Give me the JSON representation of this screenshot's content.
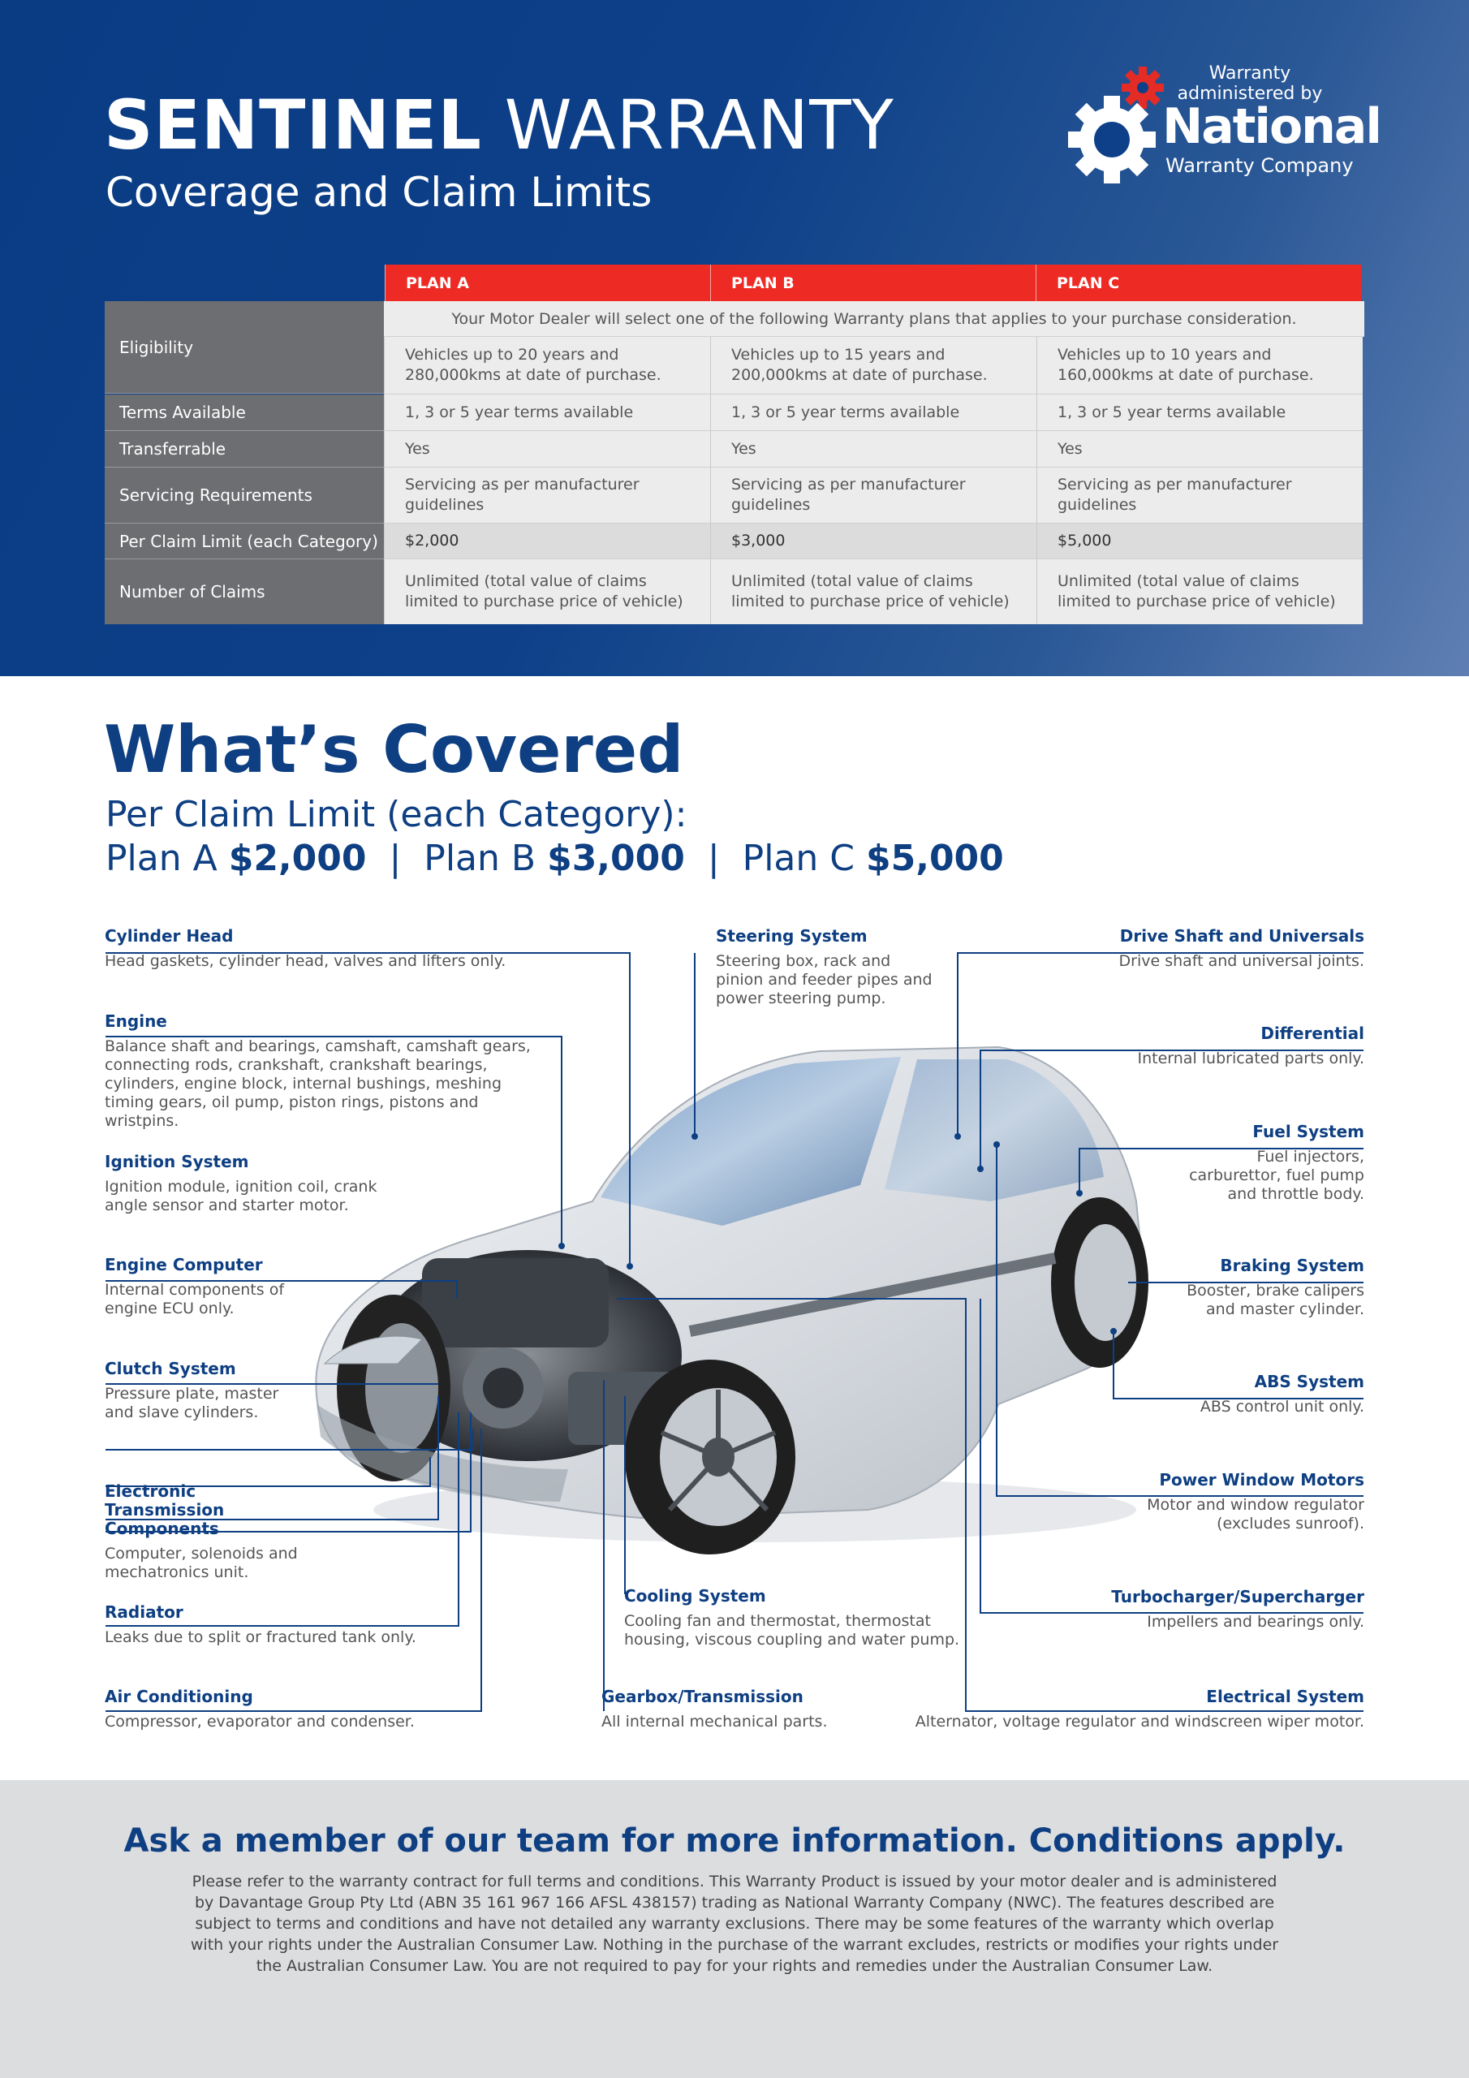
{
  "header": {
    "title_bold": "SENTINEL",
    "title_rest": "WARRANTY",
    "subtitle": "Coverage and Claim Limits"
  },
  "logo": {
    "administered_line1": "Warranty",
    "administered_line2": "administered by",
    "name": "National",
    "company": "Warranty Company"
  },
  "table": {
    "plans": [
      "PLAN A",
      "PLAN B",
      "PLAN C"
    ],
    "eligibility_note": "Your Motor Dealer will select one of the following Warranty plans that applies to your purchase consideration.",
    "rows": [
      {
        "label": "Eligibility",
        "values": [
          "Vehicles up to 20 years and 280,000kms at date of purchase.",
          "Vehicles up to 15 years and 200,000kms at date of purchase.",
          "Vehicles up to 10 years and 160,000kms at date of purchase."
        ]
      },
      {
        "label": "Terms Available",
        "values": [
          "1, 3 or 5 year terms available",
          "1, 3 or 5 year terms available",
          "1, 3 or 5 year terms available"
        ]
      },
      {
        "label": "Transferrable",
        "values": [
          "Yes",
          "Yes",
          "Yes"
        ]
      },
      {
        "label": "Servicing Requirements",
        "values": [
          "Servicing as per manufacturer guidelines",
          "Servicing as per manufacturer guidelines",
          "Servicing as per manufacturer guidelines"
        ]
      },
      {
        "label": "Per Claim Limit (each Category)",
        "values": [
          "$2,000",
          "$3,000",
          "$5,000"
        ]
      },
      {
        "label": "Number of Claims",
        "values": [
          "Unlimited (total value of claims limited to purchase price of vehicle)",
          "Unlimited (total value of claims limited to purchase price of vehicle)",
          "Unlimited (total value of claims limited to purchase price of vehicle)"
        ]
      }
    ]
  },
  "covered": {
    "title": "What’s Covered",
    "limit_label": "Per Claim Limit (each Category):",
    "plan_a_label": "Plan A",
    "plan_a_value": "$2,000",
    "plan_b_label": "Plan B",
    "plan_b_value": "$3,000",
    "plan_c_label": "Plan C",
    "plan_c_value": "$5,000",
    "separator": "|"
  },
  "components": {
    "cylinder_head": {
      "title": "Cylinder Head",
      "desc": "Head gaskets, cylinder head, valves and lifters only."
    },
    "engine": {
      "title": "Engine",
      "desc": "Balance shaft and bearings, camshaft, camshaft gears, connecting rods, crankshaft, crankshaft bearings, cylinders, engine block, internal bushings, meshing timing gears, oil pump, piston rings, pistons and wristpins."
    },
    "ignition": {
      "title": "Ignition System",
      "desc": "Ignition module, ignition coil, crank angle sensor and starter motor."
    },
    "engine_computer": {
      "title": "Engine Computer",
      "desc": "Internal components of engine ECU only."
    },
    "clutch": {
      "title": "Clutch System",
      "desc": "Pressure plate, master and slave cylinders."
    },
    "etc": {
      "title": "Electronic Transmission Components",
      "desc": "Computer, solenoids and mechatronics unit."
    },
    "radiator": {
      "title": "Radiator",
      "desc": "Leaks due to split or fractured tank only."
    },
    "air_con": {
      "title": "Air Conditioning",
      "desc": "Compressor, evaporator and condenser."
    },
    "steering": {
      "title": "Steering System",
      "desc": "Steering box, rack and pinion and feeder pipes and power steering pump."
    },
    "cooling": {
      "title": "Cooling System",
      "desc": "Cooling fan and thermostat, thermostat housing, viscous coupling and water pump."
    },
    "gearbox": {
      "title": "Gearbox/Transmission",
      "desc": "All internal mechanical parts."
    },
    "drive_shaft": {
      "title": "Drive Shaft and Universals",
      "desc": "Drive shaft and universal joints."
    },
    "differential": {
      "title": "Differential",
      "desc": "Internal lubricated parts only."
    },
    "fuel": {
      "title": "Fuel System",
      "desc": "Fuel injectors, carburettor, fuel pump and throttle body."
    },
    "braking": {
      "title": "Braking System",
      "desc": "Booster, brake calipers and master cylinder."
    },
    "abs": {
      "title": "ABS System",
      "desc": "ABS control unit only."
    },
    "power_window": {
      "title": "Power Window Motors",
      "desc": "Motor and window regulator (excludes sunroof)."
    },
    "turbo": {
      "title": "Turbocharger/Supercharger",
      "desc": "Impellers and bearings only."
    },
    "electrical": {
      "title": "Electrical System",
      "desc": "Alternator, voltage regulator and windscreen wiper motor."
    }
  },
  "footer": {
    "title": "Ask a member of our team for more information. Conditions apply.",
    "text": "Please refer to the warranty contract for full terms and conditions. This Warranty Product is issued by your motor dealer and is administered by Davantage Group Pty Ltd (ABN 35 161 967 166 AFSL 438157) trading as National Warranty Company (NWC). The features described are subject to terms and conditions and have not detailed any warranty exclusions. There may be some features of the warranty which overlap with your rights under the Australian Consumer Law. Nothing in the purchase of the warrant excludes, restricts or modifies your rights under the Australian Consumer Law. You are not required to pay for your rights and remedies under the Australian Consumer Law."
  },
  "colors": {
    "brand_blue": "#0e3f82",
    "plan_red": "#ee2a24",
    "label_gray": "#6d6e71"
  }
}
